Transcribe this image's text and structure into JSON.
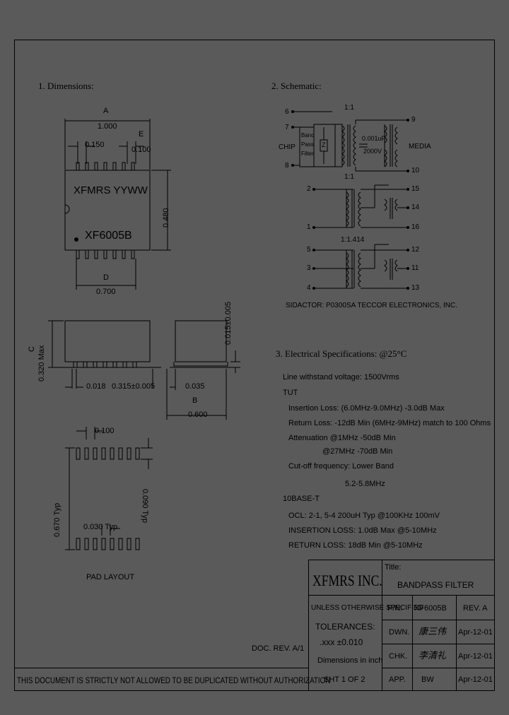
{
  "sections": {
    "dimensions": "1. Dimensions:",
    "schematic": "2. Schematic:",
    "electrical": "3. Electrical  Specifications: @25°C"
  },
  "dimensions": {
    "a_letter": "A",
    "a_value": "1.000",
    "e_letter": "E",
    "e_value": "0.100",
    "pitch_value": "0.150",
    "marking_line1": "XFMRS  YYWW",
    "marking_line2": "XF6005B",
    "height_value": "0.480",
    "d_letter": "D",
    "d_value": "0.700",
    "c_letter": "C",
    "c_value": "0.320 Max",
    "lead_thk": "0.018",
    "lead_span": "0.315±0.005",
    "foot": "0.035",
    "b_letter": "B",
    "b_value": "0.600",
    "standoff": "0.015±0.005"
  },
  "pad_layout": {
    "pad_w": "0.100",
    "row_span": "0.670 Typ",
    "pad_pitch": "0.030 Typ",
    "pad_len": "0.090 Typ",
    "caption": "PAD LAYOUT"
  },
  "schematic": {
    "pins_left": [
      "6",
      "7",
      "8"
    ],
    "chip": "CHIP",
    "filter_label": [
      "Band",
      "Pass",
      "Filter"
    ],
    "z": "Z",
    "ratio1": "1:1",
    "cap": [
      "0.001uF",
      "2000V"
    ],
    "pins_right_top": [
      "9",
      "10"
    ],
    "media": "MEDIA",
    "ratio2": "1:1",
    "pins_mid_left": [
      "2",
      "1"
    ],
    "pins_mid_right": [
      "15",
      "14",
      "16"
    ],
    "ratio3": "1:1.414",
    "pins_bot_left": [
      "5",
      "3",
      "4"
    ],
    "pins_bot_right": [
      "12",
      "11",
      "13"
    ],
    "note": "SIDACTOR: P0300SA TECCOR ELECTRONICS, INC."
  },
  "electrical": {
    "lines": [
      "Line withstand voltage: 1500Vrms",
      "TUT",
      "Insertion Loss: (6.0MHz-9.0MHz) -3.0dB Max",
      "Return Loss: -12dB Min (6MHz-9MHz) match to 100 Ohms",
      "Attenuation @1MHz  -50dB Min",
      "@27MHz -70dB Min",
      "Cut-off frequency: Lower Band",
      "5.2-5.8MHz",
      "10BASE-T",
      "OCL: 2-1, 5-4 200uH Typ @100KHz 100mV",
      "INSERTION LOSS: 1.0dB Max @5-10MHz",
      "RETURN LOSS: 18dB Min @5-10MHz"
    ]
  },
  "title_block": {
    "company": "XFMRS INC.",
    "title_label": "Title:",
    "title": "BANDPASS FILTER",
    "unless": "UNLESS OTHERWISE SPECIFIED",
    "pn_label": "P/N:",
    "pn": "XF6005B",
    "rev": "REV. A",
    "tolerances": "TOLERANCES:",
    "tol_value": ".xxx ±0.010",
    "dims_in": "Dimensions in inch",
    "doc_rev": "DOC. REV. A/1",
    "dwn_label": "DWN.",
    "dwn_name": "康三伟",
    "dwn_date": "Apr-12-01",
    "chk_label": "CHK.",
    "chk_name": "李清礼",
    "chk_date": "Apr-12-01",
    "app_label": "APP.",
    "app_name": "BW",
    "app_date": "Apr-12-01",
    "sheet": "SHT 1 OF 2",
    "footer_notice": "THIS DOCUMENT IS STRICTLY NOT ALLOWED TO BE DUPLICATED WITHOUT AUTHORIZATION"
  }
}
